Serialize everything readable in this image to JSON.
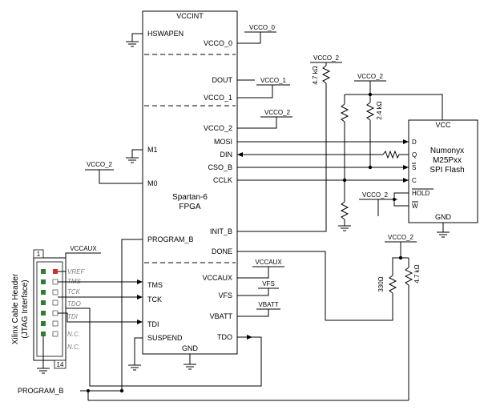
{
  "fpga": {
    "name": "Spartan-6",
    "sub": "FPGA",
    "pins_left": {
      "hswapen": "HSWAPEN",
      "m1": "M1",
      "m0": "M0",
      "program_b": "PROGRAM_B",
      "tms": "TMS",
      "tck": "TCK",
      "tdi": "TDI",
      "suspend": "SUSPEND"
    },
    "pins_right": {
      "vcco0": "VCCO_0",
      "dout": "DOUT",
      "vcco1": "VCCO_1",
      "vcco2": "VCCO_2",
      "mosi": "MOSI",
      "din": "DIN",
      "cso_b": "CSO_B",
      "cclk": "CCLK",
      "init_b": "INIT_B",
      "done": "DONE",
      "vccaux": "VCCAUX",
      "vfs": "VFS",
      "vbatt": "VBATT",
      "tdo": "TDO"
    },
    "vccint": "VCCINT",
    "gnd": "GND"
  },
  "rails": {
    "vcco_0": "VCCO_0",
    "vcco_1": "VCCO_1",
    "vcco_2_top": "VCCO_2",
    "vcco_2_left": "VCCO_2",
    "vcco_2_r1": "VCCO_2",
    "vcco_2_r2": "VCCO_2",
    "vcco_2_hold": "VCCO_2",
    "vcco_2_done": "VCCO_2",
    "vccaux_header": "VCCAUX",
    "vccaux_pin": "VCCAUX",
    "vfs": "VFS",
    "vbatt": "VBATT"
  },
  "resistors": {
    "r_init": "4.7 kΩ",
    "r_pull": "2.4 kΩ",
    "r_330": "330Ω",
    "r_done": "4.7 kΩ"
  },
  "flash": {
    "brand": "Numonyx",
    "model": "M25Pxx",
    "type": "SPI Flash",
    "vcc": "VCC",
    "gnd": "GND",
    "pins": {
      "d": "D",
      "q": "Q",
      "s": "S",
      "c": "C",
      "hold": "HOLD",
      "w": "W"
    }
  },
  "header": {
    "title": "Xilinx Cable Header",
    "subtitle": "(JTAG Interface)",
    "pin_first": "1",
    "pin_last": "14",
    "signals": {
      "vref": "VREF",
      "tms": "TMS",
      "tck": "TCK",
      "tdo": "TDO",
      "tdi": "TDI",
      "nc1": "N.C.",
      "nc2": "N.C."
    }
  },
  "nets": {
    "program_b": "PROGRAM_B"
  },
  "colors": {
    "pin_square": "#2e7d32",
    "pin_vref": "#d32f2f",
    "wire": "#000000",
    "label_gray": "#808080"
  }
}
